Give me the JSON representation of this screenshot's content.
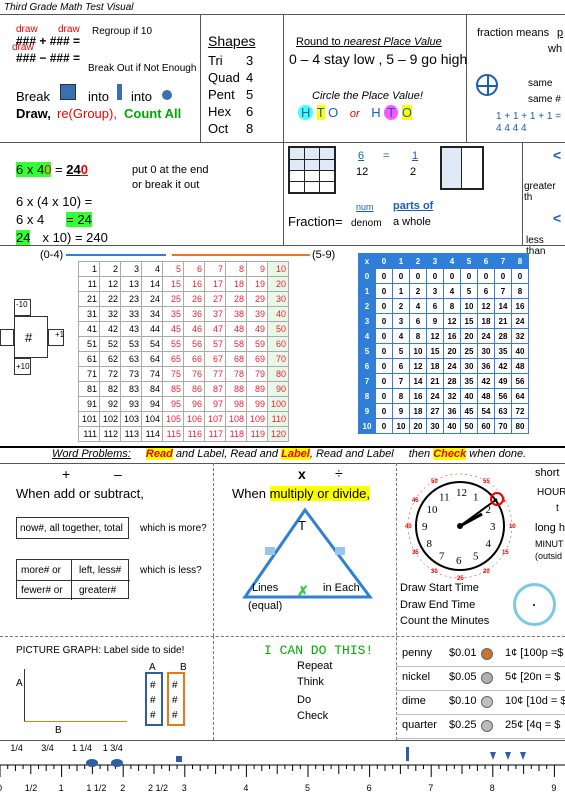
{
  "header": {
    "title": "Third Grade Math Test Visual"
  },
  "regroup": {
    "draw1": "draw",
    "draw2": "draw",
    "draw3": "draw",
    "add_expr": "### + ### =",
    "sub_expr": "### − ### =",
    "regroup_note": "Regroup if 10",
    "breakout_note": "Break Out if Not Enough",
    "break_label": "Break",
    "into1": "into",
    "into2": "into",
    "draw_word": "Draw,",
    "regroup_word": "re(Group),",
    "count_all": "Count All"
  },
  "shapes": {
    "title": "Shapes",
    "items": [
      {
        "name": "Tri",
        "sides": "3"
      },
      {
        "name": "Quad",
        "sides": "4"
      },
      {
        "name": "Pent",
        "sides": "5"
      },
      {
        "name": "Hex",
        "sides": "6"
      },
      {
        "name": "Oct",
        "sides": "8"
      }
    ]
  },
  "rounding": {
    "title_pre": "Round to",
    "title_em": "nearest Place Value",
    "rule": "0 – 4 stay low , 5 – 9 go high",
    "circle_title": "Circle the Place Value!",
    "place1": [
      "H",
      "T",
      "O"
    ],
    "or": "or",
    "place2": [
      "H",
      "T",
      "O"
    ]
  },
  "fraction_means": {
    "text": "fraction means",
    "p": "p",
    "wh": "wh",
    "same1": "same",
    "same2": "same #",
    "sum_top": "1 + 1 + 1 + 1 =",
    "sum_bottom": "4   4   4   4"
  },
  "multiply_place": {
    "line1_a": "6 x 4",
    "line1_b": "0",
    "line1_eq": "=",
    "line1_ans": "24",
    "line1_ans_b": "0",
    "note1": "put 0 at the end",
    "note2": "or break it out",
    "line2": "6 x (4 x 10)  =",
    "line3_a": "6 x    4",
    "line3_eq": "= 24",
    "line4_a": "24",
    "line4_b": "x 10) = 240"
  },
  "fraction_box": {
    "f1_num": "6",
    "f1_den": "12",
    "eq": "=",
    "f2_num": "1",
    "f2_den": "2",
    "num": "num",
    "parts_of": "parts of",
    "fraction": "Fraction=",
    "denom": "denom",
    "a_whole": "a whole",
    "greater": "greater th",
    "less": "less than"
  },
  "hundred_chart": {
    "left_label": "(0-4)",
    "right_label": "(5-9)",
    "rows": [
      [
        "1",
        "2",
        "3",
        "4",
        "5",
        "6",
        "7",
        "8",
        "9",
        "10"
      ],
      [
        "11",
        "12",
        "13",
        "14",
        "15",
        "16",
        "17",
        "18",
        "19",
        "20"
      ],
      [
        "21",
        "22",
        "23",
        "24",
        "25",
        "26",
        "27",
        "28",
        "29",
        "30"
      ],
      [
        "31",
        "32",
        "33",
        "34",
        "35",
        "36",
        "37",
        "38",
        "39",
        "40"
      ],
      [
        "41",
        "42",
        "43",
        "44",
        "45",
        "46",
        "47",
        "48",
        "49",
        "50"
      ],
      [
        "51",
        "52",
        "53",
        "54",
        "55",
        "56",
        "57",
        "58",
        "59",
        "60"
      ],
      [
        "61",
        "62",
        "63",
        "64",
        "65",
        "66",
        "67",
        "68",
        "69",
        "70"
      ],
      [
        "71",
        "72",
        "73",
        "74",
        "75",
        "76",
        "77",
        "78",
        "79",
        "80"
      ],
      [
        "81",
        "82",
        "83",
        "84",
        "85",
        "86",
        "87",
        "88",
        "89",
        "90"
      ],
      [
        "91",
        "92",
        "93",
        "94",
        "95",
        "96",
        "97",
        "98",
        "99",
        "100"
      ],
      [
        "101",
        "102",
        "103",
        "104",
        "105",
        "106",
        "107",
        "108",
        "109",
        "110"
      ],
      [
        "111",
        "112",
        "113",
        "114",
        "115",
        "116",
        "117",
        "118",
        "119",
        "120"
      ]
    ]
  },
  "plus_cross": {
    "minus10": "-10",
    "hash": "#",
    "plus1": "+1",
    "plus10": "+10"
  },
  "mult_table": {
    "header": [
      "x",
      "0",
      "1",
      "2",
      "3",
      "4",
      "5",
      "6",
      "7",
      "8"
    ],
    "rows": [
      [
        "0",
        "0",
        "0",
        "0",
        "0",
        "0",
        "0",
        "0",
        "0",
        "0"
      ],
      [
        "1",
        "0",
        "1",
        "2",
        "3",
        "4",
        "5",
        "6",
        "7",
        "8"
      ],
      [
        "2",
        "0",
        "2",
        "4",
        "6",
        "8",
        "10",
        "12",
        "14",
        "16"
      ],
      [
        "3",
        "0",
        "3",
        "6",
        "9",
        "12",
        "15",
        "18",
        "21",
        "24"
      ],
      [
        "4",
        "0",
        "4",
        "8",
        "12",
        "16",
        "20",
        "24",
        "28",
        "32"
      ],
      [
        "5",
        "0",
        "5",
        "10",
        "15",
        "20",
        "25",
        "30",
        "35",
        "40"
      ],
      [
        "6",
        "0",
        "6",
        "12",
        "18",
        "24",
        "30",
        "36",
        "42",
        "48"
      ],
      [
        "7",
        "0",
        "7",
        "14",
        "21",
        "28",
        "35",
        "42",
        "49",
        "56"
      ],
      [
        "8",
        "0",
        "8",
        "16",
        "24",
        "32",
        "40",
        "48",
        "56",
        "64"
      ],
      [
        "9",
        "0",
        "9",
        "18",
        "27",
        "36",
        "45",
        "54",
        "63",
        "72"
      ],
      [
        "10",
        "0",
        "10",
        "20",
        "30",
        "40",
        "50",
        "60",
        "70",
        "80"
      ]
    ]
  },
  "word_problems": {
    "label": "Word Problems:",
    "read": "Read",
    "and_label1": "and Label, Read and",
    "label_word": "Label",
    "and_label2": ", Read and Label",
    "then": "then",
    "check": "Check",
    "when_done": "when done."
  },
  "add_sub": {
    "plus": "+",
    "minus": "–",
    "title": "When add or subtract,",
    "q1": "now#, all together, total",
    "q1_ans": "which is more?",
    "q2a": "more# or",
    "q2b": "left, less#",
    "q2c": "fewer# or",
    "q2d": "greater#",
    "q2_ans": "which is less?"
  },
  "mult_div": {
    "x": "x",
    "title_pre": "When",
    "title_hl": "multiply or divide,",
    "t": "T",
    "lines": "Lines",
    "equal": "(equal)",
    "in_each": "in Each"
  },
  "clock": {
    "short": "short",
    "hour": "HOUR",
    "t": "t",
    "long": "long h",
    "minute": "MINUT",
    "outside": "(outsid",
    "draw_start": "Draw Start Time",
    "draw_end": "Draw End Time",
    "count": "Count the Minutes",
    "numbers": [
      "12",
      "1",
      "2",
      "3",
      "4",
      "5",
      "6",
      "7",
      "8",
      "9",
      "10",
      "11"
    ],
    "minutes": [
      "55",
      "5",
      "10",
      "15",
      "20",
      "25",
      "30",
      "35",
      "40",
      "45",
      "50"
    ]
  },
  "picture_graph": {
    "title": "PICTURE GRAPH: Label side to side!",
    "a": "A",
    "b": "B",
    "axis_a": "A",
    "axis_b": "B",
    "hash": "#"
  },
  "can_do": {
    "title": "I CAN DO THIS!",
    "steps": [
      "Repeat",
      "Think",
      "Do",
      "Check"
    ]
  },
  "coins": [
    {
      "name": "penny",
      "value": "$0.01",
      "cents": "1¢ [100p =$"
    },
    {
      "name": "nickel",
      "value": "$0.05",
      "cents": "5¢  [20n = $"
    },
    {
      "name": "dime",
      "value": "$0.10",
      "cents": "10¢ [10d = $"
    },
    {
      "name": "quarter",
      "value": "$0.25",
      "cents": "25¢  [4q = $"
    }
  ],
  "ruler": {
    "numbers": [
      "0",
      "1",
      "2",
      "3",
      "4",
      "5",
      "6",
      "7",
      "8",
      "9"
    ],
    "top_fracs": [
      "1/4",
      "3/4",
      "1 1/4",
      "1 3/4"
    ],
    "bottom_fracs": [
      "1/2",
      "1 1/2",
      "2 1/2"
    ]
  },
  "colors": {
    "blue_accent": "#2f7fd9",
    "red": "#e00000",
    "green": "#00aa00",
    "highlight_green": "#33ff33",
    "highlight_yellow": "#ffff00"
  }
}
